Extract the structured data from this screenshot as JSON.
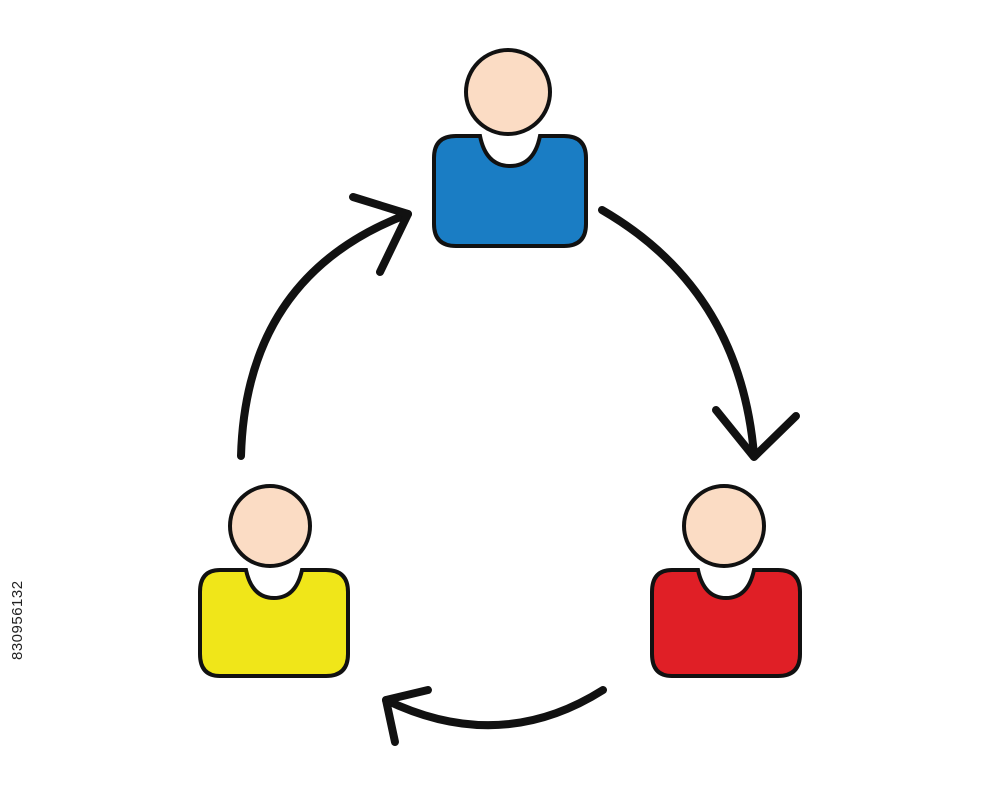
{
  "diagram": {
    "type": "cycle",
    "nodes": [
      {
        "id": "top-person",
        "icon": "user-icon",
        "shirt_color": "#1a7dc4"
      },
      {
        "id": "right-person",
        "icon": "user-icon",
        "shirt_color": "#e01f26"
      },
      {
        "id": "left-person",
        "icon": "user-icon",
        "shirt_color": "#f0e619"
      }
    ],
    "edges": [
      {
        "from": "top-person",
        "to": "right-person",
        "icon": "arrow-icon"
      },
      {
        "from": "right-person",
        "to": "left-person",
        "icon": "arrow-icon"
      },
      {
        "from": "left-person",
        "to": "top-person",
        "icon": "arrow-icon"
      }
    ]
  },
  "colors": {
    "skin": "#fbdcc4",
    "outline": "#111111",
    "background": "#ffffff"
  },
  "watermark": {
    "id_text": "830956132"
  }
}
